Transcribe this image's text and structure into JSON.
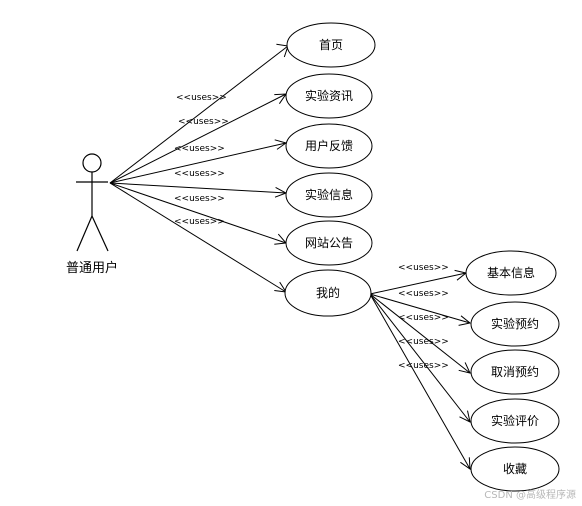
{
  "actor": {
    "label": "普通用户"
  },
  "stereotype": "<<uses>>",
  "use_cases": [
    {
      "id": "home",
      "label": "首页"
    },
    {
      "id": "news",
      "label": "实验资讯"
    },
    {
      "id": "feedback",
      "label": "用户反馈"
    },
    {
      "id": "info",
      "label": "实验信息"
    },
    {
      "id": "notice",
      "label": "网站公告"
    },
    {
      "id": "mine",
      "label": "我的"
    }
  ],
  "sub_use_cases": [
    {
      "id": "basic",
      "label": "基本信息"
    },
    {
      "id": "reserve",
      "label": "实验预约"
    },
    {
      "id": "cancel",
      "label": "取消预约"
    },
    {
      "id": "evaluate",
      "label": "实验评价"
    },
    {
      "id": "favorite",
      "label": "收藏"
    }
  ],
  "watermark": "CSDN @高级程序源"
}
